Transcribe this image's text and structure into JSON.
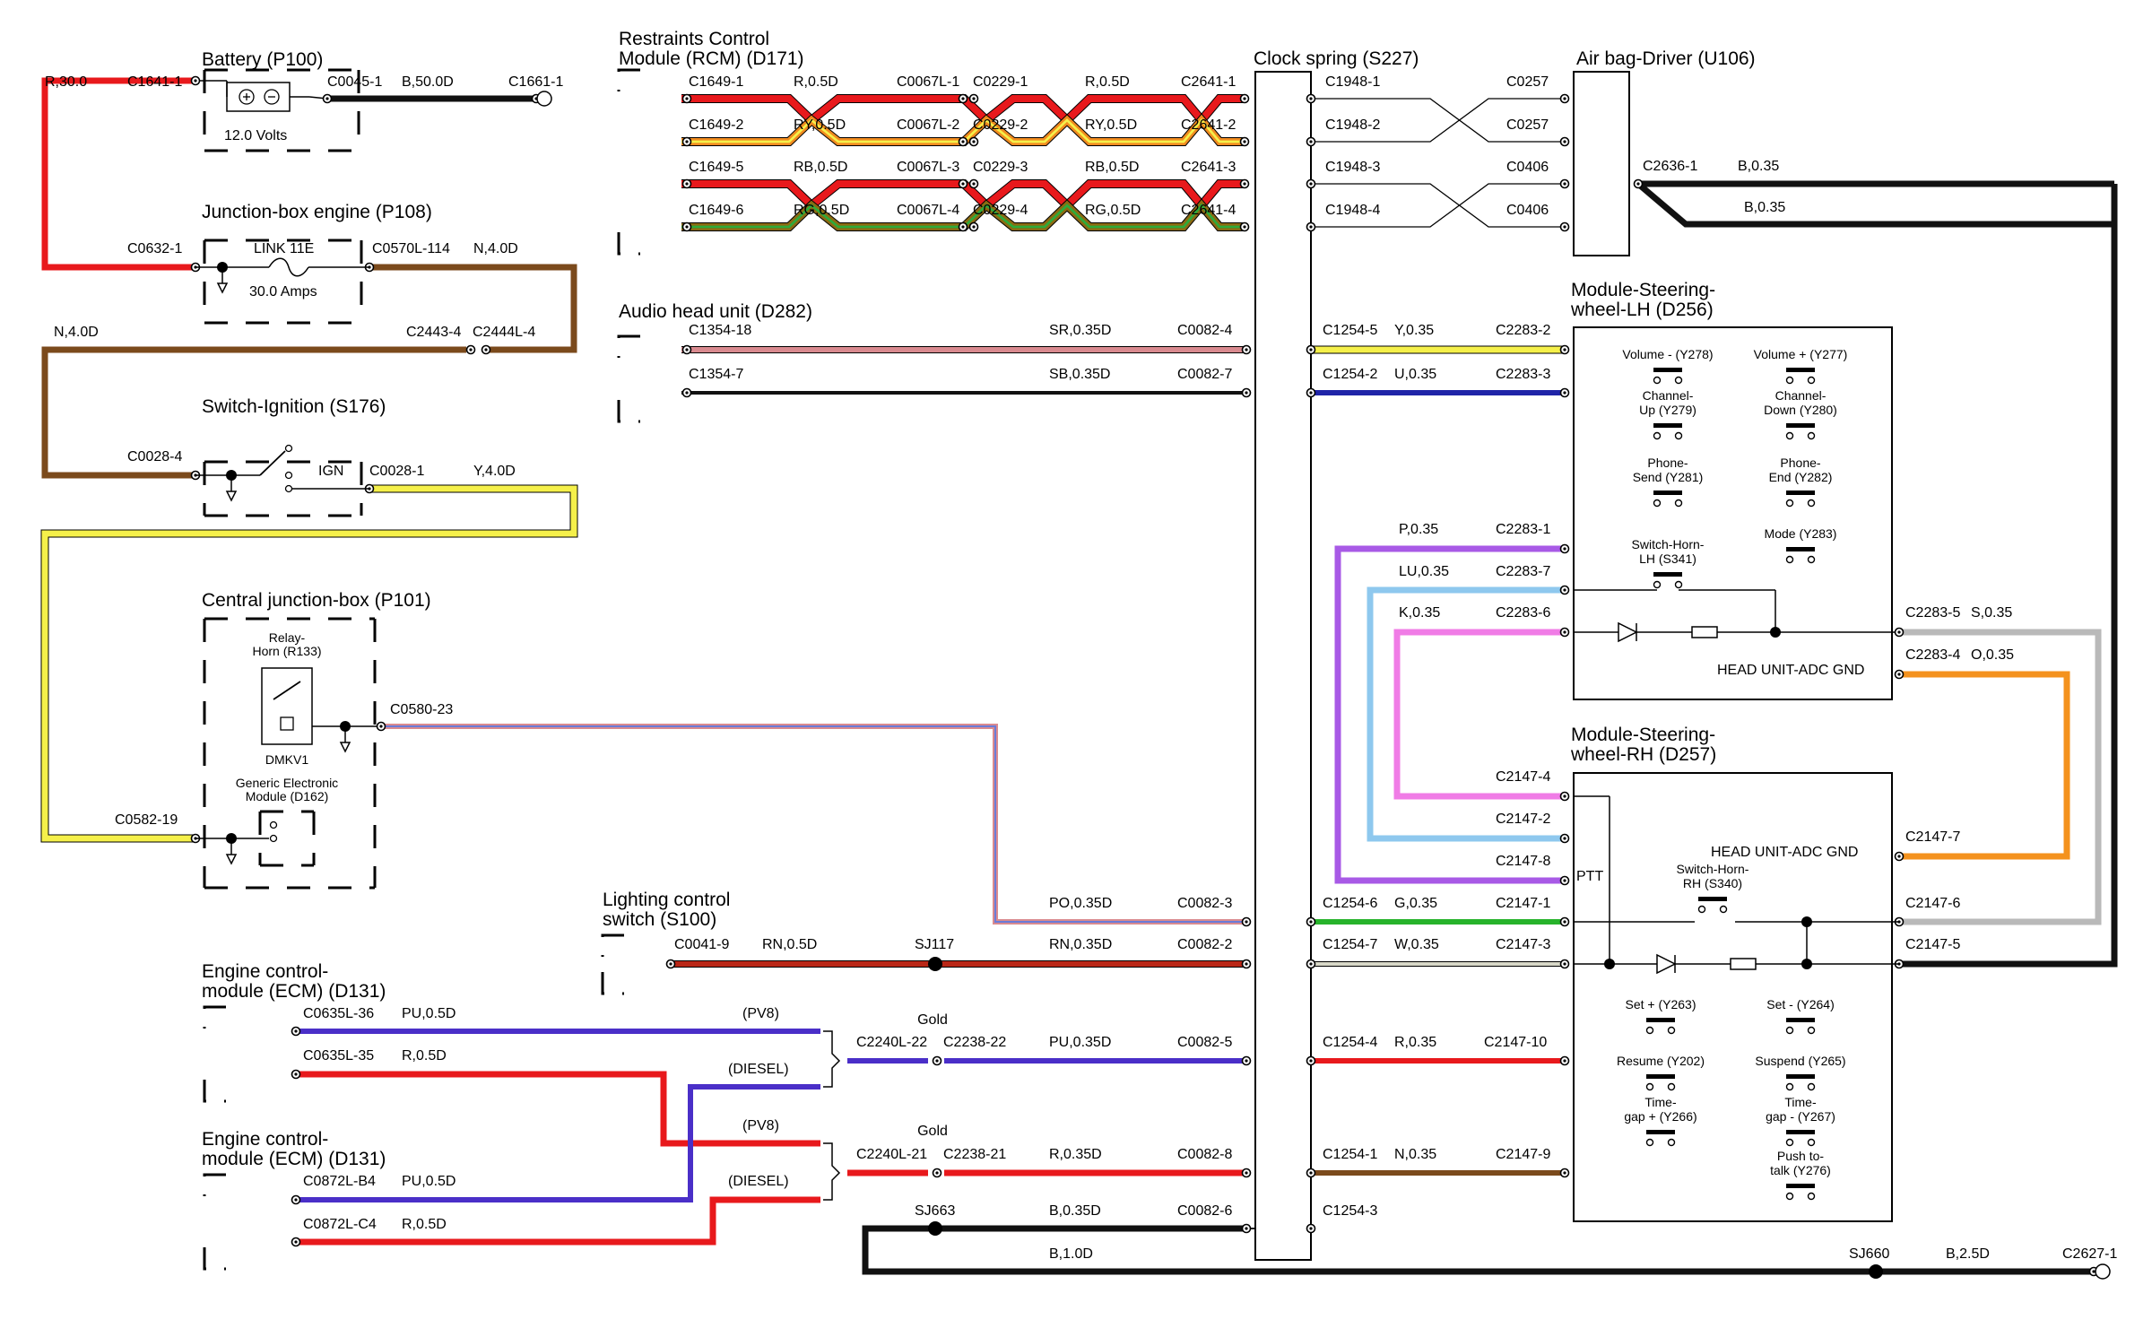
{
  "components": {
    "battery": "Battery (P100)",
    "battery_voltage": "12.0 Volts",
    "jbox_engine": "Junction-box engine (P108)",
    "link": "LINK 11E",
    "link_rating": "30.0 Amps",
    "ignition": "Switch-Ignition (S176)",
    "ign": "IGN",
    "cjb": "Central junction-box (P101)",
    "relay_horn_1": "Relay-",
    "relay_horn_2": "Horn (R133)",
    "dmkv1": "DMKV1",
    "gem_1": "Generic Electronic",
    "gem_2": "Module (D162)",
    "rcm_1": "Restraints Control",
    "rcm_2": "Module (RCM) (D171)",
    "audio": "Audio head unit (D282)",
    "lighting_1": "Lighting control",
    "lighting_2": "switch (S100)",
    "ecm1_1": "Engine control-",
    "ecm1_2": "module (ECM) (D131)",
    "ecm2_1": "Engine control-",
    "ecm2_2": "module (ECM) (D131)",
    "clockspring": "Clock spring (S227)",
    "airbag": "Air bag-Driver (U106)",
    "swlh_1": "Module-Steering-",
    "swlh_2": "wheel-LH (D256)",
    "swrh_1": "Module-Steering-",
    "swrh_2": "wheel-RH (D257)",
    "head_adc_lh": "HEAD UNIT-ADC GND",
    "head_adc_rh": "HEAD UNIT-ADC GND",
    "ptt": "PTT",
    "gold1": "Gold",
    "gold2": "Gold",
    "pv8_1": "(PV8)",
    "diesel_1": "(DIESEL)",
    "pv8_2": "(PV8)",
    "diesel_2": "(DIESEL)"
  },
  "switches": {
    "vol_minus": [
      "Volume - (Y278)"
    ],
    "vol_plus": [
      "Volume + (Y277)"
    ],
    "ch_up": [
      "Channel-",
      "Up (Y279)"
    ],
    "ch_down": [
      "Channel-",
      "Down (Y280)"
    ],
    "ph_send": [
      "Phone-",
      "Send (Y281)"
    ],
    "ph_end": [
      "Phone-",
      "End (Y282)"
    ],
    "mode": [
      "Mode (Y283)"
    ],
    "horn_lh": [
      "Switch-Horn-",
      "LH (S341)"
    ],
    "horn_rh": [
      "Switch-Horn-",
      "RH (S340)"
    ],
    "set_plus": [
      "Set + (Y263)"
    ],
    "set_minus": [
      "Set - (Y264)"
    ],
    "resume": [
      "Resume (Y202)"
    ],
    "suspend": [
      "Suspend (Y265)"
    ],
    "gap_plus": [
      "Time-",
      "gap + (Y266)"
    ],
    "gap_minus": [
      "Time-",
      "gap - (Y267)"
    ],
    "ptt_sw": [
      "Push to-",
      "talk (Y276)"
    ]
  },
  "labels": [
    "R,30.0",
    "C1641-1",
    "C0045-1",
    "B,50.0D",
    "C1661-1",
    "C0632-1",
    "C0570L-114",
    "N,4.0D",
    "N,4.0D",
    "C2443-4",
    "C2444L-4",
    "C0028-4",
    "C0028-1",
    "Y,4.0D",
    "C0580-23",
    "C0582-19",
    "C1649-1",
    "R,0.5D",
    "C0067L-1",
    "C0229-1",
    "R,0.5D",
    "C2641-1",
    "C1649-2",
    "RY,0.5D",
    "C0067L-2",
    "C0229-2",
    "RY,0.5D",
    "C2641-2",
    "C1649-5",
    "RB,0.5D",
    "C0067L-3",
    "C0229-3",
    "RB,0.5D",
    "C2641-3",
    "C1649-6",
    "RG,0.5D",
    "C0067L-4",
    "C0229-4",
    "RG,0.5D",
    "C2641-4",
    "C1948-1",
    "C0257",
    "C1948-2",
    "C0257",
    "C1948-3",
    "C0406",
    "C1948-4",
    "C0406",
    "C2636-1",
    "B,0.35",
    "B,0.35",
    "C1354-18",
    "SR,0.35D",
    "C0082-4",
    "C1254-5",
    "Y,0.35",
    "C2283-2",
    "C1354-7",
    "SB,0.35D",
    "C0082-7",
    "C1254-2",
    "U,0.35",
    "C2283-3",
    "P,0.35",
    "C2283-1",
    "LU,0.35",
    "C2283-7",
    "K,0.35",
    "C2283-6",
    "C2283-5",
    "S,0.35",
    "C2283-4",
    "O,0.35",
    "C2147-4",
    "C2147-2",
    "C2147-8",
    "C2147-7",
    "PO,0.35D",
    "C0082-3",
    "C1254-6",
    "G,0.35",
    "C2147-1",
    "C2147-6",
    "C0041-9",
    "RN,0.5D",
    "SJ117",
    "RN,0.35D",
    "C0082-2",
    "C1254-7",
    "W,0.35",
    "C2147-3",
    "C2147-5",
    "C0635L-36",
    "PU,0.5D",
    "C2240L-22",
    "C2238-22",
    "PU,0.35D",
    "C0082-5",
    "C1254-4",
    "R,0.35",
    "C2147-10",
    "C0635L-35",
    "R,0.5D",
    "C2240L-21",
    "C2238-21",
    "R,0.35D",
    "C0082-8",
    "C1254-1",
    "N,0.35",
    "C2147-9",
    "C0872L-B4",
    "PU,0.5D",
    "C0872L-C4",
    "R,0.5D",
    "SJ663",
    "B,0.35D",
    "C0082-6",
    "C1254-3",
    "B,1.0D",
    "SJ660",
    "B,2.5D",
    "C2627-1"
  ],
  "wire_colors": {
    "red": "#e8191c",
    "black": "#111111",
    "brown": "#7b4a1c",
    "yellow": "#f5f04a",
    "orange": "#f18b1f",
    "olive": "#8b6a12",
    "pink_sr": "#d98a8f",
    "blue": "#1f24a8",
    "purple": "#a85ae6",
    "light_blue": "#8ec8ee",
    "magenta": "#f07ce6",
    "grey": "#b9b9b9",
    "orange_o": "#f4921e",
    "green": "#27b32b",
    "white_w": "#d8d8c8",
    "rn": "#b92717",
    "pu": "#4a2fc8",
    "n": "#7b4a1c"
  }
}
